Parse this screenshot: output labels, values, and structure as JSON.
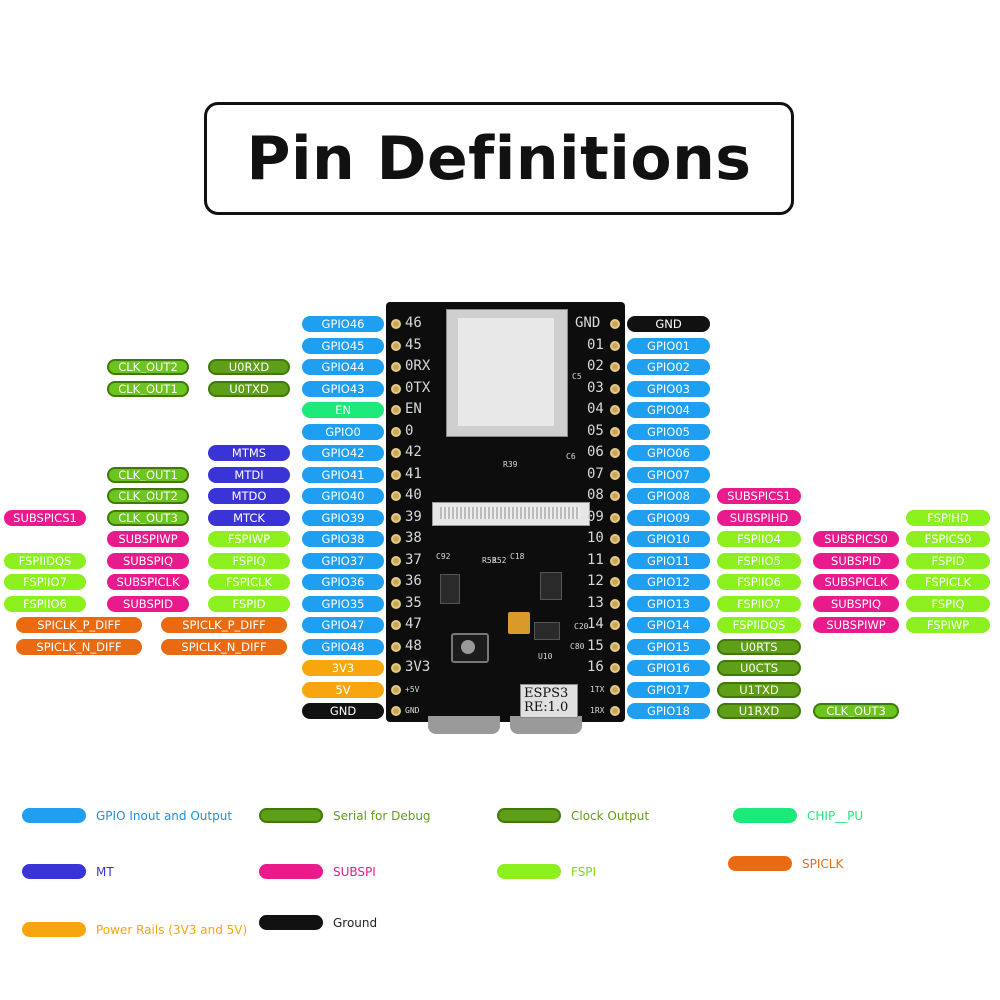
{
  "title": "Pin Definitions",
  "colors": {
    "gpio": "#1e9ff2",
    "serial": "#5f9e17",
    "clock": "#5f9e17",
    "chip_pu": "#1de87a",
    "mt": "#3a33d6",
    "subspi": "#e81a8c",
    "fspi": "#8cf01e",
    "spiclk": "#ea6a12",
    "power": "#f7a60f",
    "ground": "#111111"
  },
  "board": {
    "silkscreen_left": [
      "46",
      "45",
      "0RX",
      "0TX",
      "EN",
      "0",
      "42",
      "41",
      "40",
      "39",
      "38",
      "37",
      "36",
      "35",
      "47",
      "48",
      "3V3",
      "+5V",
      "GND"
    ],
    "silkscreen_right": [
      "GND",
      "01",
      "02",
      "03",
      "04",
      "05",
      "06",
      "07",
      "08",
      "09",
      "10",
      "11",
      "12",
      "13",
      "14",
      "15",
      "16",
      "1TX",
      "1RX"
    ],
    "marking_line1": "ESPS3",
    "marking_line2": "RE:1.0",
    "component_labels": [
      "R39",
      "C92",
      "C18",
      "R53",
      "R52",
      "C5",
      "C6",
      "U10",
      "C20",
      "C80"
    ]
  },
  "left_rows": [
    {
      "gpio": "GPIO46",
      "gpio_type": "gpio",
      "func1": "",
      "func1_type": "",
      "func2": "",
      "func2_type": "",
      "func3": "",
      "func3_type": ""
    },
    {
      "gpio": "GPIO45",
      "gpio_type": "gpio",
      "func1": "",
      "func1_type": "",
      "func2": "",
      "func2_type": "",
      "func3": "",
      "func3_type": ""
    },
    {
      "gpio": "GPIO44",
      "gpio_type": "gpio",
      "func1": "U0RXD",
      "func1_type": "serial",
      "func2": "CLK_OUT2",
      "func2_type": "clock",
      "func3": "",
      "func3_type": ""
    },
    {
      "gpio": "GPIO43",
      "gpio_type": "gpio",
      "func1": "U0TXD",
      "func1_type": "serial",
      "func2": "CLK_OUT1",
      "func2_type": "clock",
      "func3": "",
      "func3_type": ""
    },
    {
      "gpio": "EN",
      "gpio_type": "chip_pu",
      "func1": "",
      "func1_type": "",
      "func2": "",
      "func2_type": "",
      "func3": "",
      "func3_type": ""
    },
    {
      "gpio": "GPIO0",
      "gpio_type": "gpio",
      "func1": "",
      "func1_type": "",
      "func2": "",
      "func2_type": "",
      "func3": "",
      "func3_type": ""
    },
    {
      "gpio": "GPIO42",
      "gpio_type": "gpio",
      "func1": "MTMS",
      "func1_type": "mt",
      "func2": "",
      "func2_type": "",
      "func3": "",
      "func3_type": ""
    },
    {
      "gpio": "GPIO41",
      "gpio_type": "gpio",
      "func1": "MTDI",
      "func1_type": "mt",
      "func2": "CLK_OUT1",
      "func2_type": "clock",
      "func3": "",
      "func3_type": ""
    },
    {
      "gpio": "GPIO40",
      "gpio_type": "gpio",
      "func1": "MTDO",
      "func1_type": "mt",
      "func2": "CLK_OUT2",
      "func2_type": "clock",
      "func3": "",
      "func3_type": ""
    },
    {
      "gpio": "GPIO39",
      "gpio_type": "gpio",
      "func1": "MTCK",
      "func1_type": "mt",
      "func2": "CLK_OUT3",
      "func2_type": "clock",
      "func3": "SUBSPICS1",
      "func3_type": "subspi"
    },
    {
      "gpio": "GPIO38",
      "gpio_type": "gpio",
      "func1": "FSPIWP",
      "func1_type": "fspi",
      "func2": "SUBSPIWP",
      "func2_type": "subspi",
      "func3": "",
      "func3_type": ""
    },
    {
      "gpio": "GPIO37",
      "gpio_type": "gpio",
      "func1": "FSPIQ",
      "func1_type": "fspi",
      "func2": "SUBSPIQ",
      "func2_type": "subspi",
      "func3": "FSPIIDQS",
      "func3_type": "fspi"
    },
    {
      "gpio": "GPIO36",
      "gpio_type": "gpio",
      "func1": "FSPICLK",
      "func1_type": "fspi",
      "func2": "SUBSPICLK",
      "func2_type": "subspi",
      "func3": "FSPIIO7",
      "func3_type": "fspi"
    },
    {
      "gpio": "GPIO35",
      "gpio_type": "gpio",
      "func1": "FSPID",
      "func1_type": "fspi",
      "func2": "SUBSPID",
      "func2_type": "subspi",
      "func3": "FSPIIO6",
      "func3_type": "fspi"
    },
    {
      "gpio": "GPIO47",
      "gpio_type": "gpio",
      "func1": "SPICLK_P_DIFF",
      "func1_type": "spiclk",
      "func2": "SPICLK_P_DIFF",
      "func2_type": "spiclk",
      "func3": "",
      "func3_type": ""
    },
    {
      "gpio": "GPIO48",
      "gpio_type": "gpio",
      "func1": "SPICLK_N_DIFF",
      "func1_type": "spiclk",
      "func2": "SPICLK_N_DIFF",
      "func2_type": "spiclk",
      "func3": "",
      "func3_type": ""
    },
    {
      "gpio": "3V3",
      "gpio_type": "power",
      "func1": "",
      "func1_type": "",
      "func2": "",
      "func2_type": "",
      "func3": "",
      "func3_type": ""
    },
    {
      "gpio": "5V",
      "gpio_type": "power",
      "func1": "",
      "func1_type": "",
      "func2": "",
      "func2_type": "",
      "func3": "",
      "func3_type": ""
    },
    {
      "gpio": "GND",
      "gpio_type": "ground",
      "func1": "",
      "func1_type": "",
      "func2": "",
      "func2_type": "",
      "func3": "",
      "func3_type": ""
    }
  ],
  "right_rows": [
    {
      "gpio": "GND",
      "gpio_type": "ground",
      "func1": "",
      "func1_type": "",
      "func2": "",
      "func2_type": "",
      "func3": "",
      "func3_type": ""
    },
    {
      "gpio": "GPIO01",
      "gpio_type": "gpio",
      "func1": "",
      "func1_type": "",
      "func2": "",
      "func2_type": "",
      "func3": "",
      "func3_type": ""
    },
    {
      "gpio": "GPIO02",
      "gpio_type": "gpio",
      "func1": "",
      "func1_type": "",
      "func2": "",
      "func2_type": "",
      "func3": "",
      "func3_type": ""
    },
    {
      "gpio": "GPIO03",
      "gpio_type": "gpio",
      "func1": "",
      "func1_type": "",
      "func2": "",
      "func2_type": "",
      "func3": "",
      "func3_type": ""
    },
    {
      "gpio": "GPIO04",
      "gpio_type": "gpio",
      "func1": "",
      "func1_type": "",
      "func2": "",
      "func2_type": "",
      "func3": "",
      "func3_type": ""
    },
    {
      "gpio": "GPIO05",
      "gpio_type": "gpio",
      "func1": "",
      "func1_type": "",
      "func2": "",
      "func2_type": "",
      "func3": "",
      "func3_type": ""
    },
    {
      "gpio": "GPIO06",
      "gpio_type": "gpio",
      "func1": "",
      "func1_type": "",
      "func2": "",
      "func2_type": "",
      "func3": "",
      "func3_type": ""
    },
    {
      "gpio": "GPIO07",
      "gpio_type": "gpio",
      "func1": "",
      "func1_type": "",
      "func2": "",
      "func2_type": "",
      "func3": "",
      "func3_type": ""
    },
    {
      "gpio": "GPIO08",
      "gpio_type": "gpio",
      "func1": "SUBSPICS1",
      "func1_type": "subspi",
      "func2": "",
      "func2_type": "",
      "func3": "",
      "func3_type": ""
    },
    {
      "gpio": "GPIO09",
      "gpio_type": "gpio",
      "func1": "SUBSPIHD",
      "func1_type": "subspi",
      "func2": "",
      "func2_type": "",
      "func3": "FSPIHD",
      "func3_type": "fspi"
    },
    {
      "gpio": "GPIO10",
      "gpio_type": "gpio",
      "func1": "FSPIIO4",
      "func1_type": "fspi",
      "func2": "SUBSPICS0",
      "func2_type": "subspi",
      "func3": "FSPICS0",
      "func3_type": "fspi"
    },
    {
      "gpio": "GPIO11",
      "gpio_type": "gpio",
      "func1": "FSPIIO5",
      "func1_type": "fspi",
      "func2": "SUBSPID",
      "func2_type": "subspi",
      "func3": "FSPID",
      "func3_type": "fspi"
    },
    {
      "gpio": "GPIO12",
      "gpio_type": "gpio",
      "func1": "FSPIIO6",
      "func1_type": "fspi",
      "func2": "SUBSPICLK",
      "func2_type": "subspi",
      "func3": "FSPICLK",
      "func3_type": "fspi"
    },
    {
      "gpio": "GPIO13",
      "gpio_type": "gpio",
      "func1": "FSPIIO7",
      "func1_type": "fspi",
      "func2": "SUBSPIQ",
      "func2_type": "subspi",
      "func3": "FSPIQ",
      "func3_type": "fspi"
    },
    {
      "gpio": "GPIO14",
      "gpio_type": "gpio",
      "func1": "FSPIIDQS",
      "func1_type": "fspi",
      "func2": "SUBSPIWP",
      "func2_type": "subspi",
      "func3": "FSPIWP",
      "func3_type": "fspi"
    },
    {
      "gpio": "GPIO15",
      "gpio_type": "gpio",
      "func1": "U0RTS",
      "func1_type": "serial",
      "func2": "",
      "func2_type": "",
      "func3": "",
      "func3_type": ""
    },
    {
      "gpio": "GPIO16",
      "gpio_type": "gpio",
      "func1": "U0CTS",
      "func1_type": "serial",
      "func2": "",
      "func2_type": "",
      "func3": "",
      "func3_type": ""
    },
    {
      "gpio": "GPIO17",
      "gpio_type": "gpio",
      "func1": "U1TXD",
      "func1_type": "serial",
      "func2": "",
      "func2_type": "",
      "func3": "",
      "func3_type": ""
    },
    {
      "gpio": "GPIO18",
      "gpio_type": "gpio",
      "func1": "U1RXD",
      "func1_type": "serial",
      "func2": "CLK_OUT3",
      "func2_type": "clock",
      "func3": "",
      "func3_type": ""
    }
  ],
  "legend": [
    {
      "label": "GPIO Inout and Output",
      "type": "gpio"
    },
    {
      "label": "Serial for Debug",
      "type": "serial"
    },
    {
      "label": "Clock Output",
      "type": "clock"
    },
    {
      "label": "CHIP__PU",
      "type": "chip_pu"
    },
    {
      "label": "MT",
      "type": "mt"
    },
    {
      "label": "SUBSPI",
      "type": "subspi"
    },
    {
      "label": "FSPI",
      "type": "fspi"
    },
    {
      "label": "SPICLK",
      "type": "spiclk"
    },
    {
      "label": "Power Rails (3V3 and 5V)",
      "type": "power"
    },
    {
      "label": "Ground",
      "type": "ground"
    }
  ]
}
